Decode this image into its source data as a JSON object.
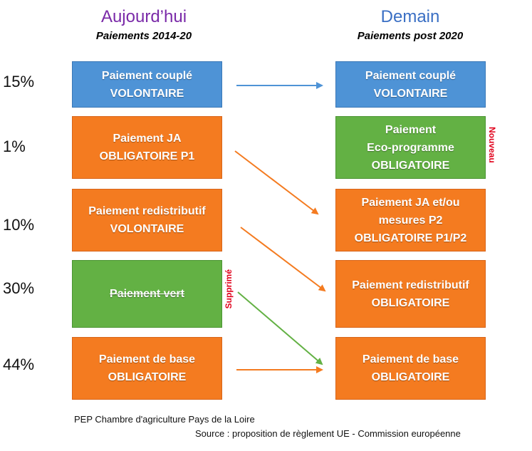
{
  "header": {
    "left_title": "Aujourd’hui",
    "left_subtitle": "Paiements 2014-20",
    "right_title": "Demain",
    "right_subtitle": "Paiements post 2020"
  },
  "colors": {
    "left_title": "#7a2aa8",
    "right_title": "#3a6fc4",
    "blue": "#4e93d6",
    "orange": "#f47b20",
    "green": "#63b144",
    "label_red": "#e0001a"
  },
  "percentages": [
    "15%",
    "1%",
    "10%",
    "30%",
    "44%"
  ],
  "left_boxes": [
    {
      "line1": "Paiement couplé",
      "line2": "VOLONTAIRE",
      "color": "blue"
    },
    {
      "line1": "Paiement JA",
      "line2": "OBLIGATOIRE P1",
      "color": "orange"
    },
    {
      "line1": "Paiement redistributif",
      "line2": "VOLONTAIRE",
      "color": "orange"
    },
    {
      "line1": "Paiement vert",
      "color": "green",
      "strikethrough": true
    },
    {
      "line1": "Paiement de base",
      "line2": "OBLIGATOIRE",
      "color": "orange"
    }
  ],
  "right_boxes": [
    {
      "line1": "Paiement couplé",
      "line2": "VOLONTAIRE",
      "color": "blue"
    },
    {
      "line1": "Paiement",
      "line2": "Eco-programme",
      "line3": "OBLIGATOIRE",
      "color": "green"
    },
    {
      "line1": "Paiement JA et/ou",
      "line2": "mesures P2",
      "line3": "OBLIGATOIRE P1/P2",
      "color": "orange"
    },
    {
      "line1": "Paiement redistributif",
      "line2": "OBLIGATOIRE",
      "color": "orange"
    },
    {
      "line1": "Paiement de base",
      "line2": "OBLIGATOIRE",
      "color": "orange"
    }
  ],
  "labels": {
    "removed": "Supprimé",
    "new": "Nouveau"
  },
  "arrows": [
    {
      "from": "paiement-couple",
      "to": "paiement-couple",
      "color": "blue"
    },
    {
      "from": "paiement-ja",
      "to": "paiement-ja-mesures-p2",
      "color": "orange"
    },
    {
      "from": "paiement-redistributif",
      "to": "paiement-redistributif",
      "color": "orange"
    },
    {
      "from": "paiement-vert",
      "to": "paiement-de-base",
      "color": "green"
    },
    {
      "from": "paiement-de-base",
      "to": "paiement-de-base",
      "color": "orange"
    }
  ],
  "footer": {
    "left": "PEP Chambre d'agriculture Pays de la Loire",
    "right": "Source : proposition de règlement UE - Commission européenne"
  }
}
